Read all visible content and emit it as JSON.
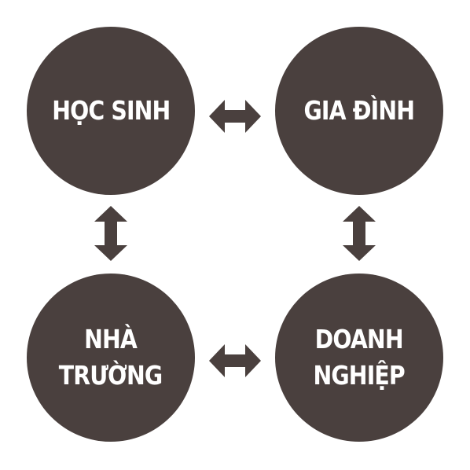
{
  "colors": {
    "node": "#4a403e",
    "arrow": "#4a403e",
    "text": "#ffffff",
    "background": "#ffffff"
  },
  "nodes": {
    "top_left": "HỌC SINH",
    "top_right": "GIA ĐÌNH",
    "bottom_left": "NHÀ\nTRƯỜNG",
    "bottom_right": "DOANH\nNGHIỆP"
  },
  "icons": {
    "horizontal": "double-headed-arrow-horizontal-icon",
    "vertical": "double-headed-arrow-vertical-icon"
  }
}
